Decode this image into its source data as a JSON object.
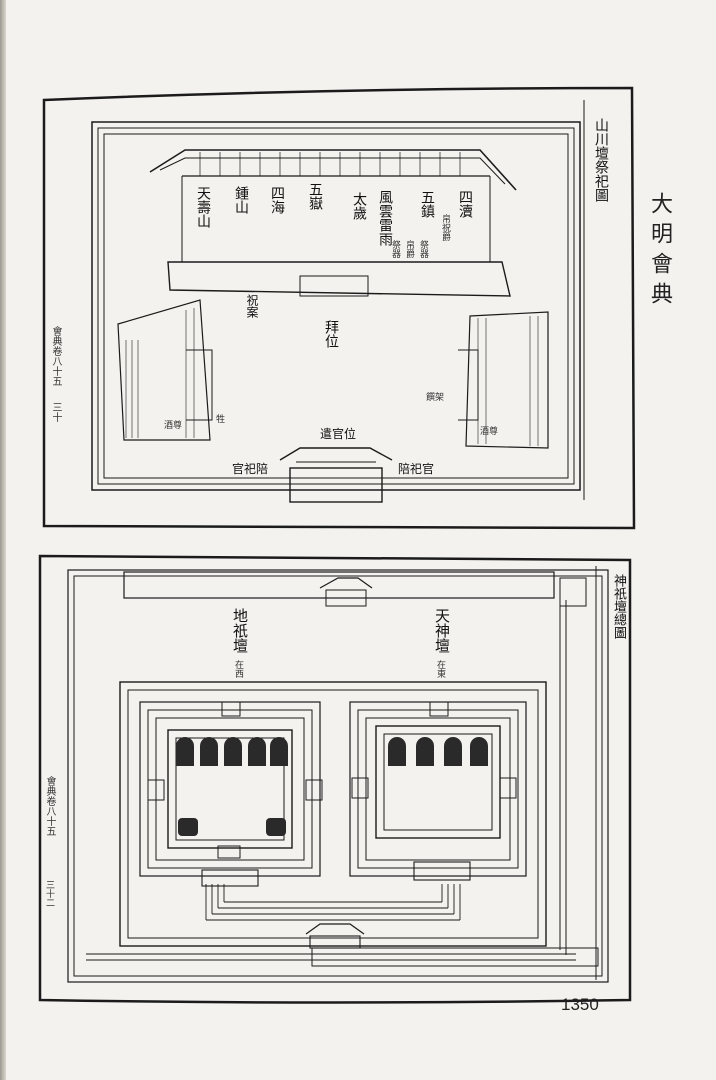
{
  "book": {
    "title": "大明會典",
    "page_number": "1350"
  },
  "plate_top": {
    "title": "山川壇祭祀圖",
    "margin_juan": "會典卷八十五",
    "margin_leaf": "三十",
    "altar_columns": [
      "四瀆",
      "五鎮",
      "風雲雷雨",
      "太歲",
      "五嶽",
      "四海",
      "鍾山",
      "天壽山"
    ],
    "altar_subnotes": [
      "帛祝爵",
      "祭器",
      "帛爵",
      "祭器"
    ],
    "label_zhu_an": "祝案",
    "label_bai_wei": "拜位",
    "label_qian_guan_wei": "遣官位",
    "label_pei_si_guan_left": "官祀陪",
    "label_pei_si_guan_right": "陪祀官",
    "label_jiu_zun_left": "酒尊",
    "label_jiu_zun_right": "酒尊",
    "label_zhuan_jia": "饌架",
    "label_sheng": "牲"
  },
  "plate_bottom": {
    "title": "神祇壇總圖",
    "margin_juan": "會典卷八十五",
    "margin_leaf": "三十二",
    "label_di_qi_tan": "地祇壇",
    "label_di_qi_note": "在西",
    "label_tian_shen_tan": "天神壇",
    "label_tian_shen_note": "在東"
  }
}
